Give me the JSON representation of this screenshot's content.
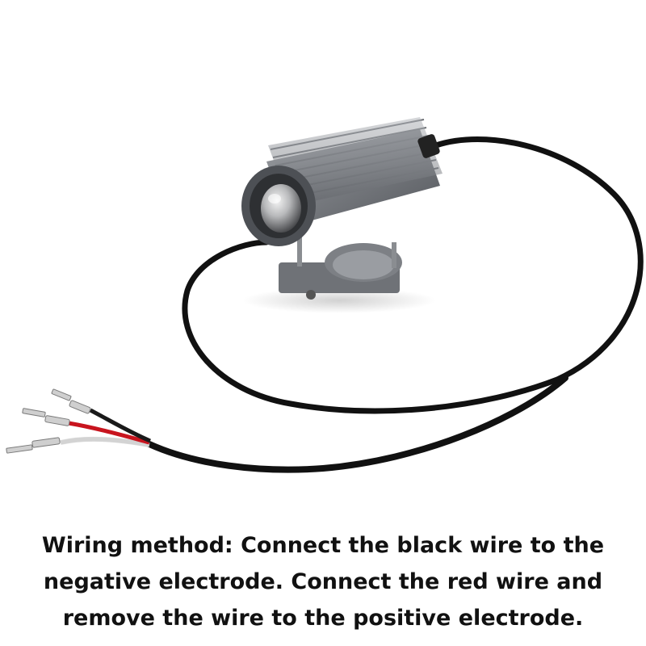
{
  "caption": {
    "lines": [
      "Wiring method: Connect the black wire to the",
      "negative electrode. Connect the red wire and",
      "remove the wire to the positive electrode."
    ]
  },
  "colors": {
    "background": "#ffffff",
    "housing": "#8c8f94",
    "cable": "#111111",
    "wire_red": "#c8141e",
    "wire_white": "#f2f2f2",
    "caption_text": "#111111"
  }
}
